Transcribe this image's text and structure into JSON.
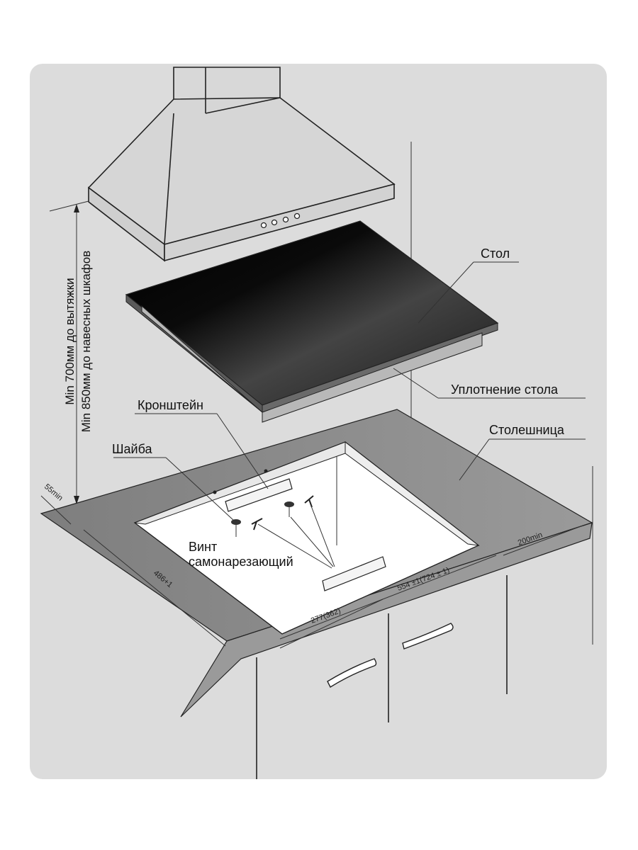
{
  "labels": {
    "table": "Стол",
    "table_seal": "Уплотнение стола",
    "countertop": "Столешница",
    "bracket": "Кронштейн",
    "washer": "Шайба",
    "screw_line1": "Винт",
    "screw_line2": "самонарезающий"
  },
  "vertical_notes": {
    "hood_distance": "Min 700мм до вытяжки",
    "cabinet_distance": "Min 850мм до навесных шкафов"
  },
  "dimensions": {
    "front_margin": "55min",
    "side_margin": "200min",
    "cutout_depth": "486+1",
    "cutout_width": "554 ±1(724 ± 1)",
    "bracket_offset": "277(362)"
  },
  "colors": {
    "background_panel": "#dcdcdc",
    "countertop": "#8c8c8c",
    "cooktop_glass": "#111111",
    "cutout": "#ffffff"
  }
}
